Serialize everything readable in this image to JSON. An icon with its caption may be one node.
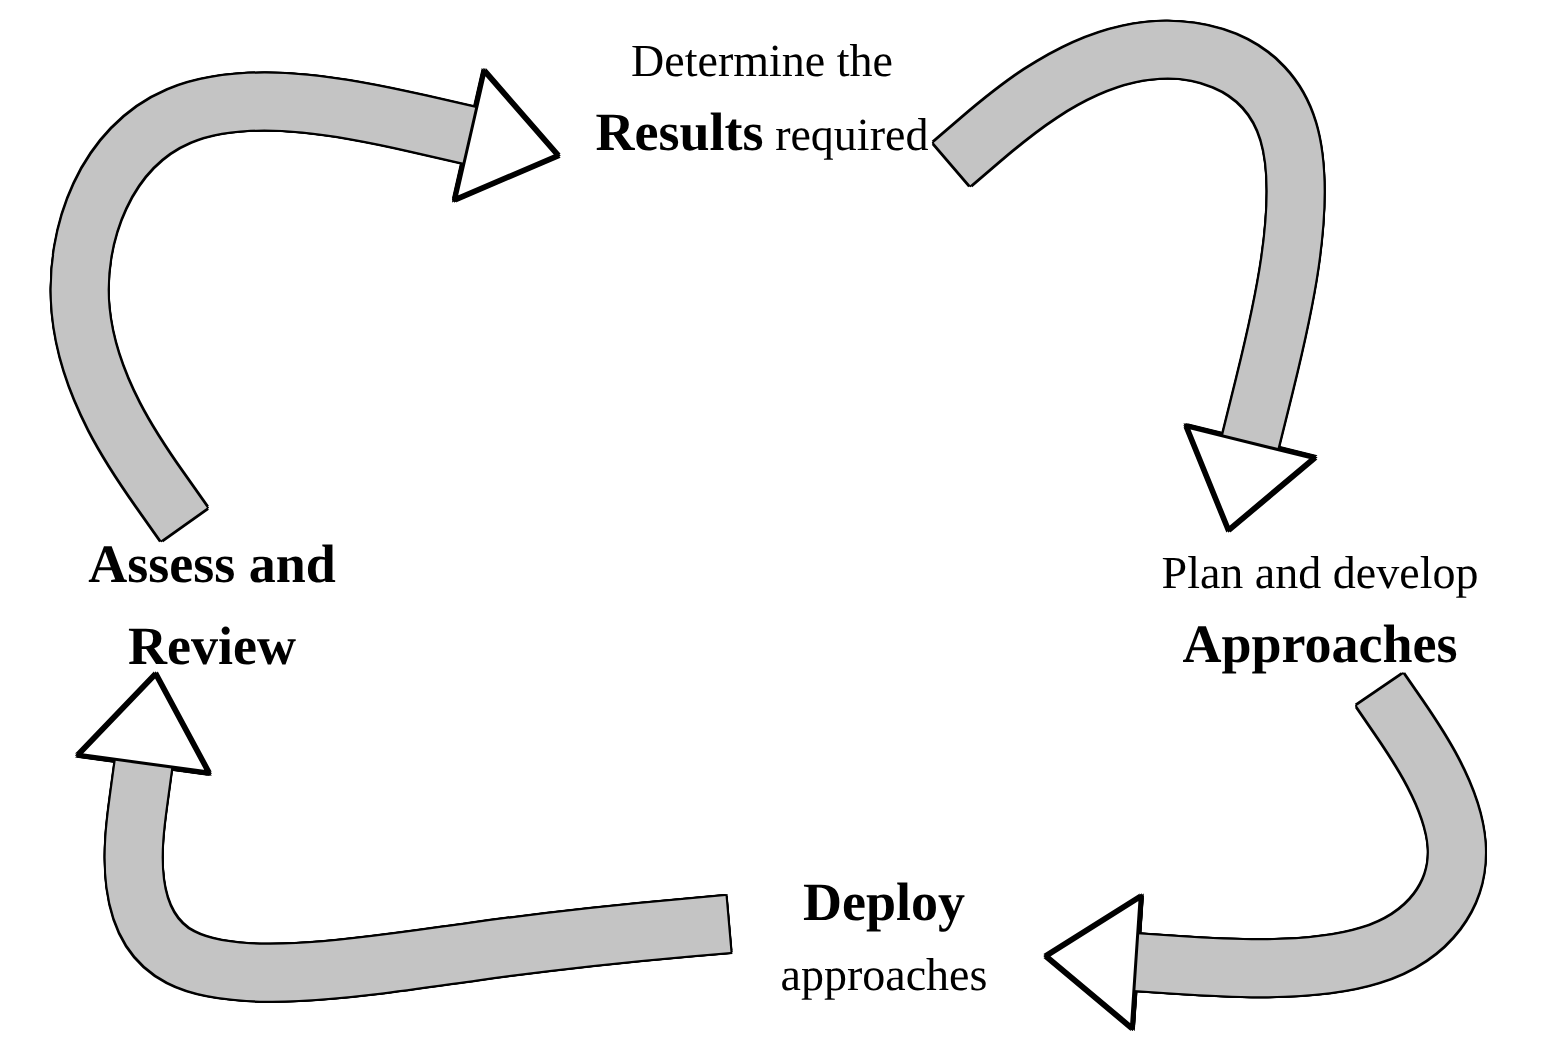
{
  "diagram": {
    "nodes": [
      {
        "text": [
          "Determine the **Results** required"
        ]
      },
      {
        "text": [
          "Plan and develop **Approaches**"
        ]
      },
      {
        "text": [
          "**Deploy** approaches"
        ]
      },
      {
        "text": [
          "Assess and Review"
        ]
      }
    ],
    "edges": [
      {
        "from": 3,
        "to": 0,
        "arrow": "to"
      },
      {
        "from": 0,
        "to": 1,
        "arrow": "to"
      },
      {
        "from": 1,
        "to": 2,
        "arrow": "to"
      },
      {
        "from": 2,
        "to": 3,
        "arrow": "to"
      }
    ]
  }
}
